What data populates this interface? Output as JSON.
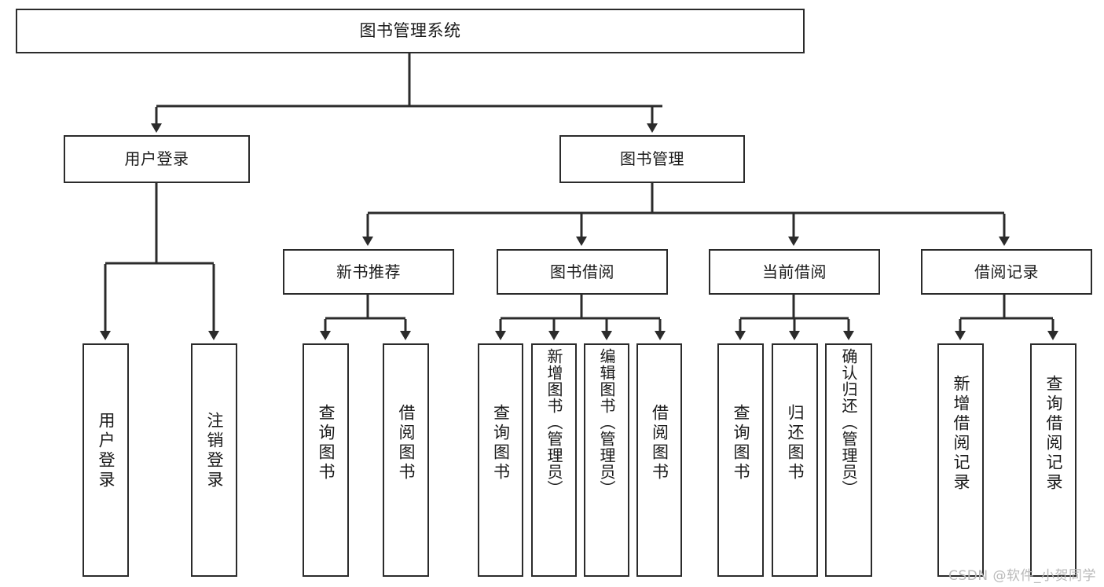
{
  "diagram": {
    "type": "tree-hierarchy-chart",
    "title_node": {
      "id": "root",
      "label": "图书管理系统"
    },
    "level1": [
      {
        "id": "user-login",
        "label": "用户登录"
      },
      {
        "id": "book-management",
        "label": "图书管理"
      }
    ],
    "level2": [
      {
        "id": "new-book-recommend",
        "label": "新书推荐",
        "parent": "book-management"
      },
      {
        "id": "book-borrow",
        "label": "图书借阅",
        "parent": "book-management"
      },
      {
        "id": "current-borrow",
        "label": "当前借阅",
        "parent": "book-management"
      },
      {
        "id": "borrow-record",
        "label": "借阅记录",
        "parent": "book-management"
      }
    ],
    "leaves": {
      "user_login": [
        {
          "id": "leaf-user-login",
          "label": "用户登录"
        },
        {
          "id": "leaf-logout",
          "label": "注销登录"
        }
      ],
      "new_book_recommend": [
        {
          "id": "leaf-query-book-1",
          "label": "查询图书"
        },
        {
          "id": "leaf-borrow-book-1",
          "label": "借阅图书"
        }
      ],
      "book_borrow": [
        {
          "id": "leaf-query-book-2",
          "label": "查询图书"
        },
        {
          "id": "leaf-add-book",
          "label": "新增图书（管理员）"
        },
        {
          "id": "leaf-edit-book",
          "label": "编辑图书（管理员）"
        },
        {
          "id": "leaf-borrow-book-2",
          "label": "借阅图书"
        }
      ],
      "current_borrow": [
        {
          "id": "leaf-query-book-3",
          "label": "查询图书"
        },
        {
          "id": "leaf-return-book",
          "label": "归还图书"
        },
        {
          "id": "leaf-confirm-return",
          "label": "确认归还（管理员）"
        }
      ],
      "borrow_record": [
        {
          "id": "leaf-add-record",
          "label": "新增借阅记录"
        },
        {
          "id": "leaf-query-record",
          "label": "查询借阅记录"
        }
      ]
    }
  },
  "watermark": {
    "text": "CSDN @软件_小贺同学"
  },
  "colors": {
    "stroke": "#2b2b2b",
    "fill": "#ffffff",
    "text": "#1a1a1a",
    "watermark": "#b9b9b9"
  }
}
